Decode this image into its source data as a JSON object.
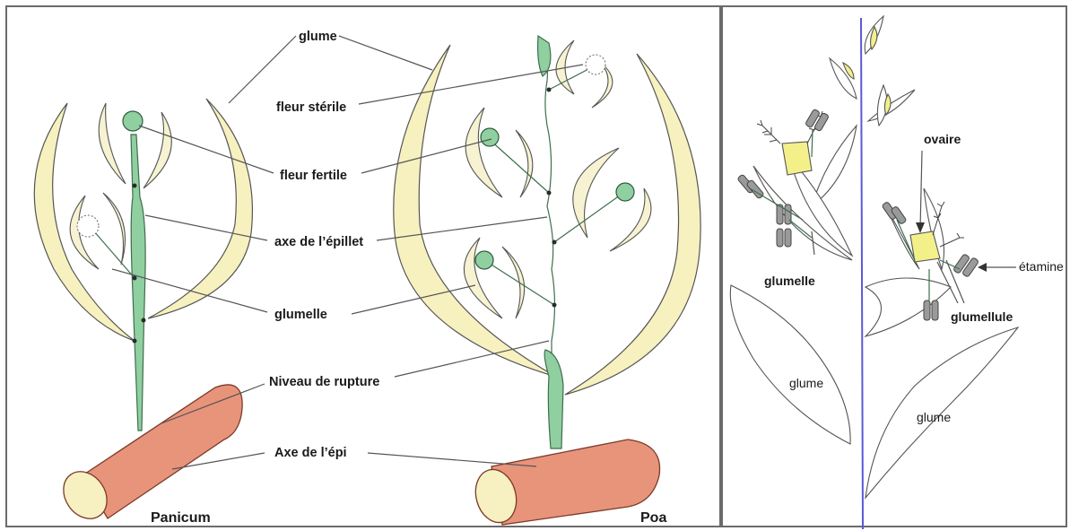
{
  "left_panel": {
    "labels": {
      "glume": "glume",
      "fleur_sterile": "fleur stérile",
      "fleur_fertile": "fleur fertile",
      "axe_epillet": "axe de l’épillet",
      "glumelle": "glumelle",
      "niveau_rupture": "Niveau de rupture",
      "axe_epi": "Axe de l’épi"
    },
    "captions": {
      "panicum": "Panicum",
      "poa": "Poa"
    }
  },
  "right_panel": {
    "labels": {
      "ovaire": "ovaire",
      "etamine": "étamine",
      "glumelle": "glumelle",
      "glumellule": "glumellule",
      "glume_left": "glume",
      "glume_right": "glume"
    }
  },
  "colors": {
    "glume": "#f6f1bf",
    "axis": "#8fcfa0",
    "rachis": "#e8947a",
    "ovary": "#f3f08a",
    "anther": "#9a9a9a",
    "main_axis": "#5a5ad6",
    "border": "#6b6b6b"
  }
}
